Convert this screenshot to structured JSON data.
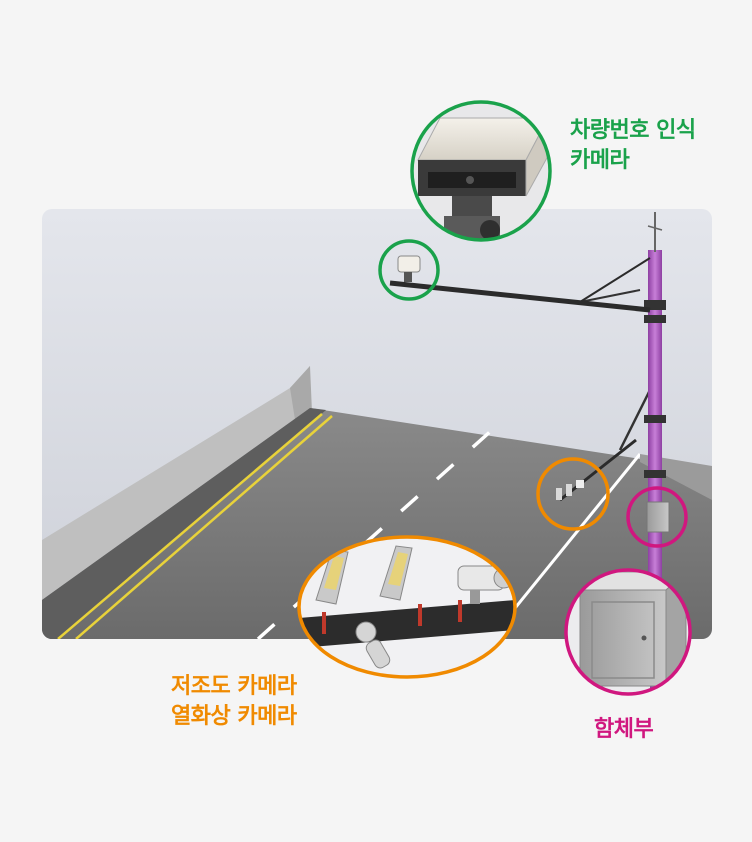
{
  "colors": {
    "green": "#1aa24b",
    "orange": "#f08a00",
    "magenta": "#d0177f",
    "pole": "#b865c8"
  },
  "labels": {
    "anpr_camera": {
      "line1": "차량번호 인식",
      "line2": "카메라"
    },
    "low_light_thermal": {
      "line1": "저조도 카메라",
      "line2": "열화상 카메라"
    },
    "enclosure": {
      "text": "함체부"
    }
  }
}
